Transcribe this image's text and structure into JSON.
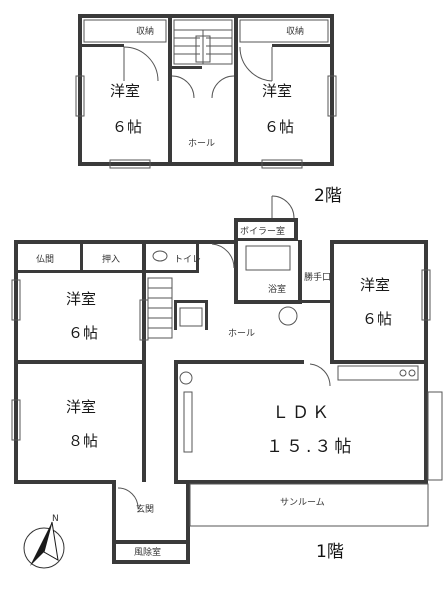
{
  "floor2": {
    "label": "2階",
    "storage_left": "収納",
    "storage_right": "収納",
    "room_left_name": "洋室",
    "room_left_size": "６帖",
    "room_right_name": "洋室",
    "room_right_size": "６帖",
    "hall": "ホール"
  },
  "floor1": {
    "label": "1階",
    "butsuma": "仏間",
    "oshiire": "押入",
    "toilet": "トイレ",
    "boiler": "ボイラー室",
    "bath": "浴室",
    "washroom": "勝手口",
    "hall": "ホール",
    "room_a_name": "洋室",
    "room_a_size": "６帖",
    "room_b_name": "洋室",
    "room_b_size": "８帖",
    "room_c_name": "洋室",
    "room_c_size": "６帖",
    "ldk_name": "ＬＤＫ",
    "ldk_size": "１５.３帖",
    "sunroom": "サンルーム",
    "entrance": "玄関",
    "windbreak": "風除室"
  },
  "compass": {
    "label": "N"
  }
}
